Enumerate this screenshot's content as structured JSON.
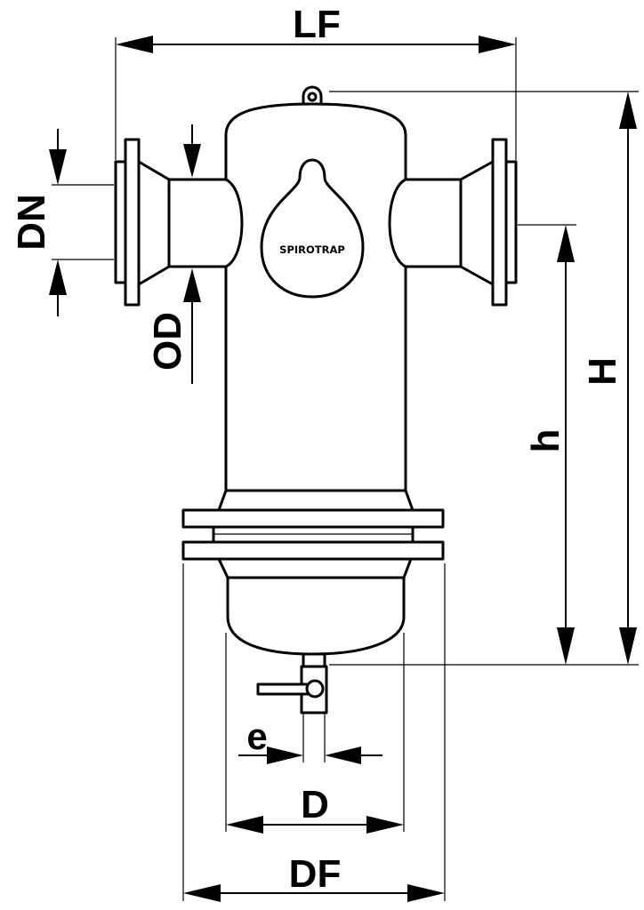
{
  "labels": {
    "lf": "LF",
    "dn": "DN",
    "od": "OD",
    "h_upper": "H",
    "h_lower": "h",
    "e": "e",
    "d": "D",
    "df": "DF"
  },
  "brand": "SPIROTRAP"
}
